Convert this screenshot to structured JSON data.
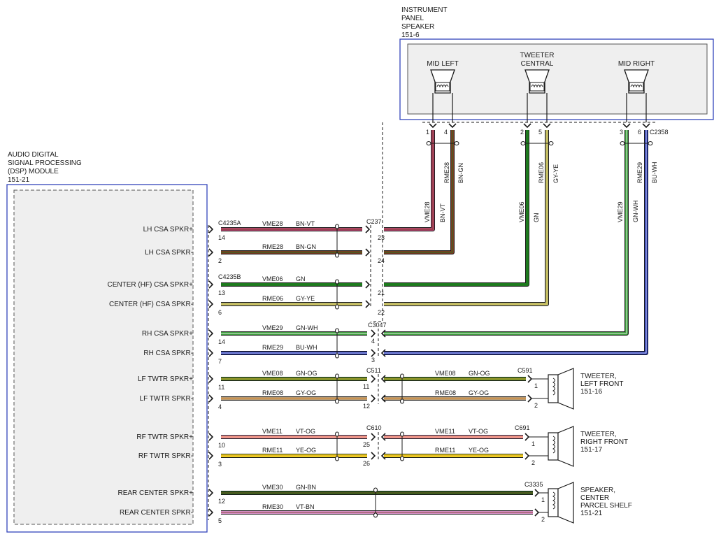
{
  "dsp_module": {
    "lines": [
      "AUDIO DIGITAL",
      "SIGNAL PROCESSING",
      "(DSP) MODULE",
      "151-21"
    ],
    "pins": [
      {
        "label": "LH CSA SPKR+",
        "num": "14"
      },
      {
        "label": "LH CSA SPKR-",
        "num": "2"
      },
      {
        "label": "CENTER (HF) CSA SPKR+",
        "num": "13"
      },
      {
        "label": "CENTER (HF) CSA SPKR-",
        "num": "6"
      },
      {
        "label": "RH CSA SPKR+",
        "num": "14"
      },
      {
        "label": "RH CSA SPKR-",
        "num": "7"
      },
      {
        "label": "LF TWTR SPKR+",
        "num": "11"
      },
      {
        "label": "LF TWTR SPKR-",
        "num": "4"
      },
      {
        "label": "RF TWTR SPKR+",
        "num": "10"
      },
      {
        "label": "RF TWTR SPKR-",
        "num": "3"
      },
      {
        "label": "REAR CENTER SPKR+",
        "num": "12"
      },
      {
        "label": "REAR CENTER SPKR-",
        "num": "5"
      }
    ]
  },
  "module_connectors": [
    "C4235A",
    "C4235B"
  ],
  "instrument_panel": {
    "lines": [
      "INSTRUMENT",
      "PANEL",
      "SPEAKER",
      "151-6"
    ],
    "speakers": [
      {
        "lines": [
          "MID LEFT"
        ],
        "pins": [
          "1",
          "4"
        ],
        "color_plus": "#d0467a",
        "color_minus": "#7a3b22"
      },
      {
        "lines": [
          "TWEETER",
          "CENTRAL"
        ],
        "pins": [
          "2",
          "5"
        ],
        "color_plus": "#1e7a1e",
        "color_minus": "#b2b07a"
      },
      {
        "lines": [
          "MID RIGHT"
        ],
        "pins": [
          "3",
          "6"
        ],
        "color_plus": "#3c9a3c",
        "color_minus": "#1f2fb0"
      }
    ],
    "connector": "C2358"
  },
  "circuits": [
    {
      "circuit": "VME28",
      "color": "BN-VT",
      "hex": "#b64870",
      "stripe": "#7a3b22"
    },
    {
      "circuit": "RME28",
      "color": "BN-GN",
      "hex": "#7a3b22",
      "stripe": "#1e7a1e"
    },
    {
      "circuit": "VME06",
      "color": "GN",
      "hex": "#1e7a1e",
      "stripe": "#1e7a1e"
    },
    {
      "circuit": "RME06",
      "color": "GY-YE",
      "hex": "#b2b07a",
      "stripe": "#e8d83a"
    },
    {
      "circuit": "VME29",
      "color": "GN-WH",
      "hex": "#3c9a3c",
      "stripe": "#ffffff"
    },
    {
      "circuit": "RME29",
      "color": "BU-WH",
      "hex": "#1f2fb0",
      "stripe": "#ffffff"
    },
    {
      "circuit": "VME08",
      "color": "GN-OG",
      "hex": "#5e9a2a",
      "stripe": "#e08a2a"
    },
    {
      "circuit": "RME08",
      "color": "GY-OG",
      "hex": "#b89a70",
      "stripe": "#e08a2a"
    },
    {
      "circuit": "VME11",
      "color": "VT-OG",
      "hex": "#f39ab8",
      "stripe": "#e08a2a"
    },
    {
      "circuit": "RME11",
      "color": "YE-OG",
      "hex": "#f2e220",
      "stripe": "#e08a2a"
    },
    {
      "circuit": "VME30",
      "color": "GN-BN",
      "hex": "#2e6a1e",
      "stripe": "#7a3b22"
    },
    {
      "circuit": "RME30",
      "color": "VT-BN",
      "hex": "#d890c8",
      "stripe": "#7a3b22"
    }
  ],
  "inline_connectors": [
    {
      "name": "C237",
      "pins": [
        "23",
        "24",
        "21",
        "22"
      ]
    },
    {
      "name": "C3047",
      "pins": [
        "4",
        "3"
      ]
    },
    {
      "name": "C511",
      "pins": [
        "11",
        "12"
      ]
    },
    {
      "name": "C610",
      "pins": [
        "25",
        "26"
      ]
    }
  ],
  "tweeters": [
    {
      "connector": "C591",
      "lines": [
        "TWEETER,",
        "LEFT FRONT",
        "151-16"
      ],
      "pins": [
        "1",
        "2"
      ]
    },
    {
      "connector": "C691",
      "lines": [
        "TWEETER,",
        "RIGHT FRONT",
        "151-17"
      ],
      "pins": [
        "1",
        "2"
      ]
    },
    {
      "connector": "C3335",
      "lines": [
        "SPEAKER,",
        "CENTER",
        "PARCEL SHELF",
        "151-21"
      ],
      "pins": [
        "1",
        "2"
      ]
    }
  ],
  "colors": {
    "module_border": "#3344bb",
    "box_fill": "#efefef",
    "ink": "#1a1a1a"
  }
}
